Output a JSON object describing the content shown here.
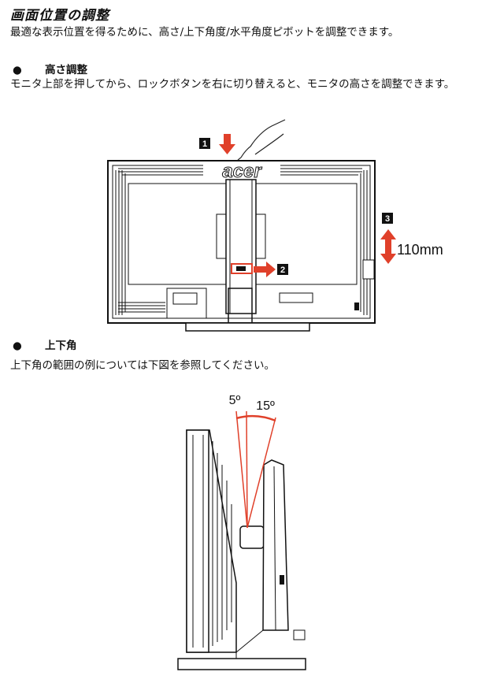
{
  "title": "画面位置の調整",
  "intro": "最適な表示位置を得るために、高さ/上下角度/水平角度ピボットを調整できます。",
  "sections": [
    {
      "bullet": "●",
      "heading": "高さ調整",
      "description": "モニタ上部を押してから、ロックボタンを右に切り替えると、モニタの高さを調整できます。"
    },
    {
      "bullet": "●",
      "heading": "上下角",
      "description": "上下角の範囲の例については下図を参照してください。"
    }
  ],
  "height_figure": {
    "logo": "acer",
    "steps": [
      "1",
      "2",
      "3"
    ],
    "range_label": "110mm",
    "arrow_color": "#e0402a"
  },
  "tilt_figure": {
    "forward_angle": "5º",
    "back_angle": "15º",
    "arrow_color": "#e0402a"
  }
}
